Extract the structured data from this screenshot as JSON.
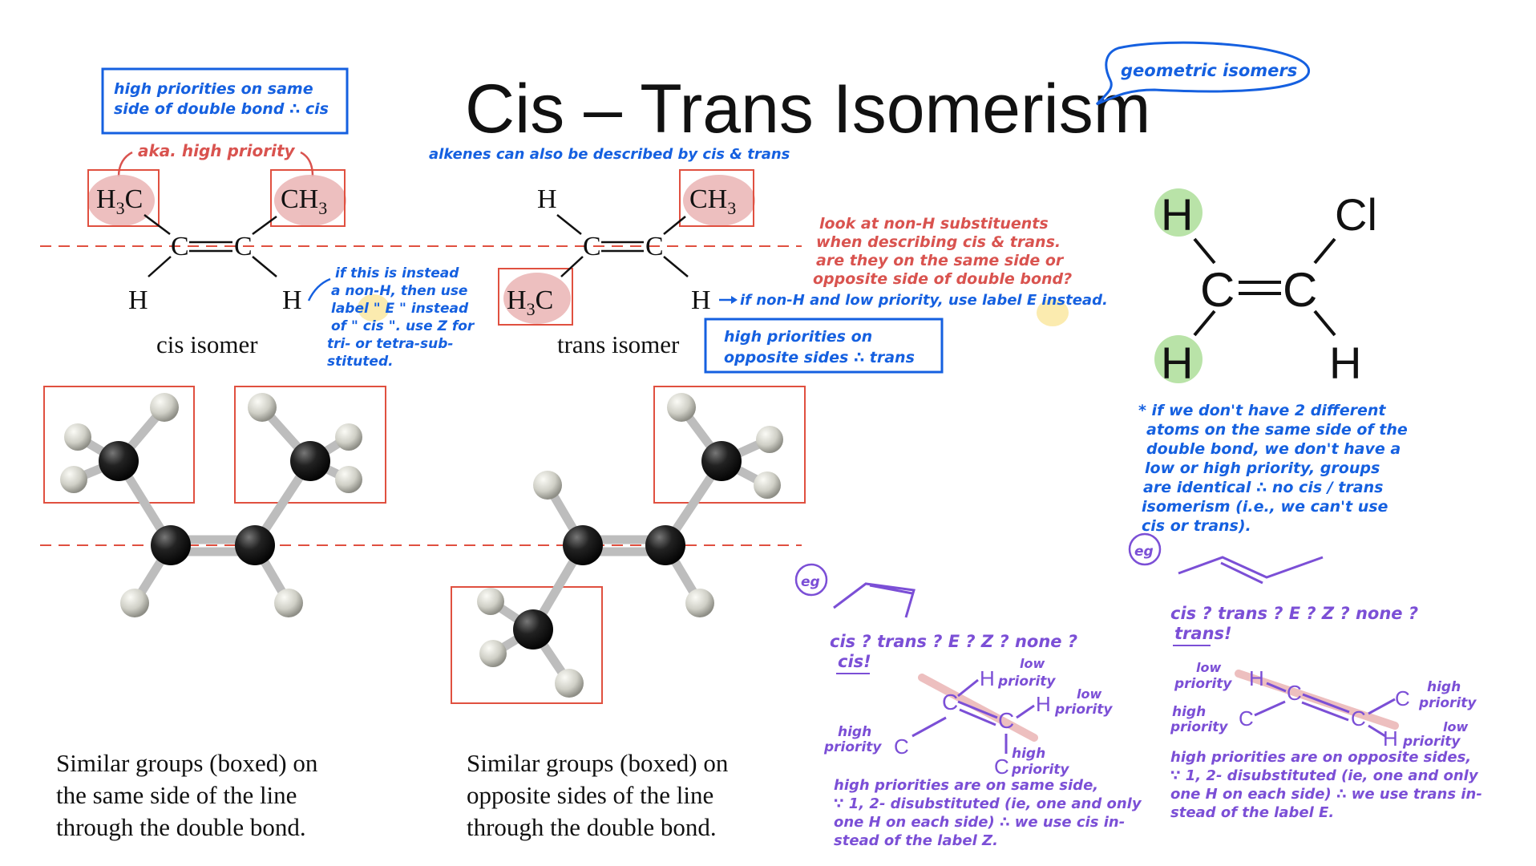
{
  "title": "Cis – Trans Isomerism",
  "notes": {
    "geometric": "geometric isomers",
    "cis_box": [
      "high priorities on same",
      "side of double bond ∴ cis"
    ],
    "aka": "aka. high priority",
    "alkenes": "alkenes can also be described by cis & trans",
    "look": [
      "look at non-H substituents",
      "when describing cis & trans.",
      "are they on the same side or",
      "opposite side of double bond?"
    ],
    "non_h": "if non-H and low priority, use label E instead.",
    "trans_box": [
      "high priorities on",
      "opposite sides ∴ trans"
    ],
    "instead": [
      "if this is instead",
      "a non-H, then use",
      "label \" E \" instead",
      "of \" cis \". use Z for",
      "tri- or tetra-sub-",
      "stituted."
    ],
    "star": [
      "* if we don't have 2 different",
      "atoms on the same side of the",
      "double bond, we don't have a",
      "low or high priority, groups",
      "are identical ∴ no cis / trans",
      "isomerism (i.e., we can't use",
      "cis or trans)."
    ]
  },
  "molecules": {
    "cis": {
      "left_top": "H3C",
      "right_top": "CH3",
      "c": "C",
      "left_bottom": "H",
      "right_bottom": "H",
      "label": "cis isomer"
    },
    "trans": {
      "left_top": "H",
      "right_top": "CH3",
      "c": "C",
      "left_bottom": "H3C",
      "right_bottom": "H",
      "label": "trans isomer"
    },
    "vinyl": {
      "tl": "H",
      "tr": "Cl",
      "c": "C",
      "bl": "H",
      "br": "H"
    }
  },
  "captions": {
    "left": [
      "Similar groups (boxed) on",
      "the same side of the line",
      "through the double bond."
    ],
    "right": [
      "Similar groups (boxed) on",
      "opposite sides of the line",
      "through the double bond."
    ]
  },
  "examples": {
    "eg": "eg",
    "q1": "cis ? trans ? E ? Z ? none ?",
    "a1": "cis!",
    "q2": "cis ? trans ? E ? Z ? none ?",
    "a2": "trans!",
    "low": "low",
    "high": "high",
    "priority": "priority",
    "H": "H",
    "C": "C",
    "expl1": [
      "high priorities are on same side,",
      "∵ 1, 2- disubstituted (ie, one and only",
      "one H on each side) ∴ we use cis in-",
      "stead of the label Z."
    ],
    "expl2": [
      "high priorities are on opposite sides,",
      "∵ 1, 2- disubstituted (ie, one and only",
      "one H on each side) ∴ we use trans in-",
      "stead of the label E."
    ]
  },
  "colors": {
    "red": "#d9534f",
    "blue": "#1560e0",
    "purple": "#7b4fd6",
    "green": "#b9e3a8",
    "pink": "#eab4b4",
    "yellow": "#fbe9a6"
  }
}
